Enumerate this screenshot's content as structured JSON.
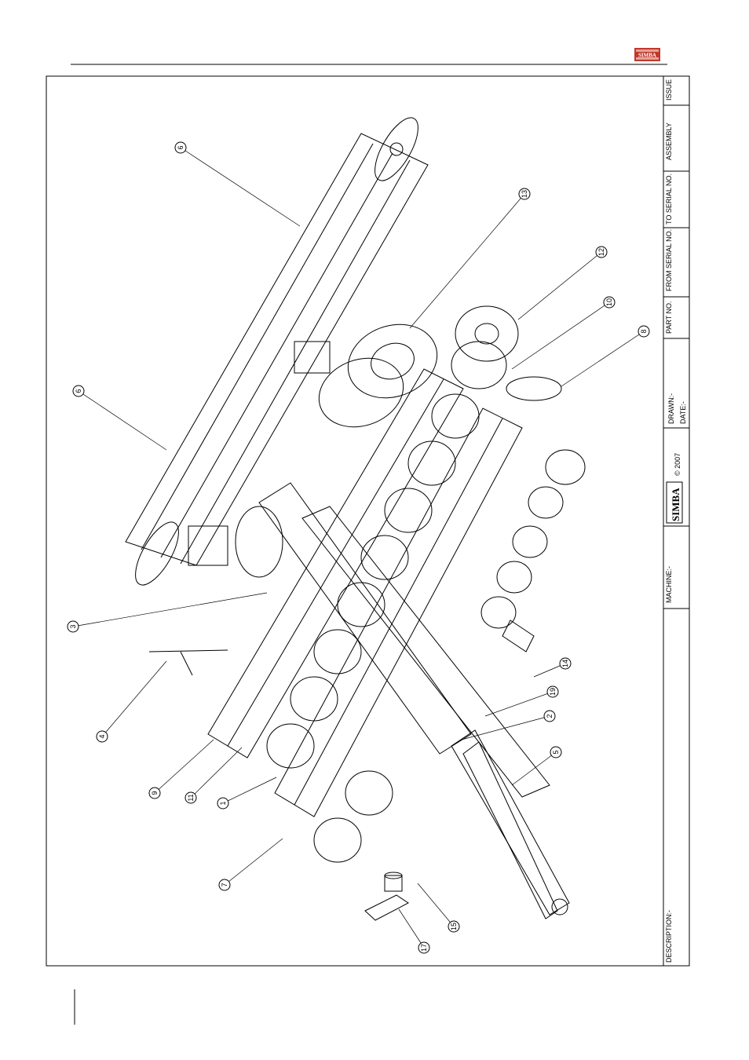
{
  "header": {
    "logo_text": "SIMBA",
    "logo_color": "#c0392b"
  },
  "title_block": {
    "issue": "ISSUE",
    "assembly": "ASSEMBLY",
    "to_serial": "TO SERIAL NO.",
    "from_serial": "FROM SERIAL NO.",
    "part_no": "PART NO.",
    "drawn": "DRAWN:-",
    "date": "DATE:-",
    "brand": "SIMBA",
    "copyright": "© 2007",
    "machine": "MACHINE:-",
    "description": "DESCRIPTION:-"
  },
  "callouts": [
    "6",
    "6",
    "13",
    "12",
    "10",
    "8",
    "3",
    "4",
    "9",
    "11",
    "1",
    "7",
    "17",
    "15",
    "5",
    "2",
    "19",
    "14"
  ]
}
